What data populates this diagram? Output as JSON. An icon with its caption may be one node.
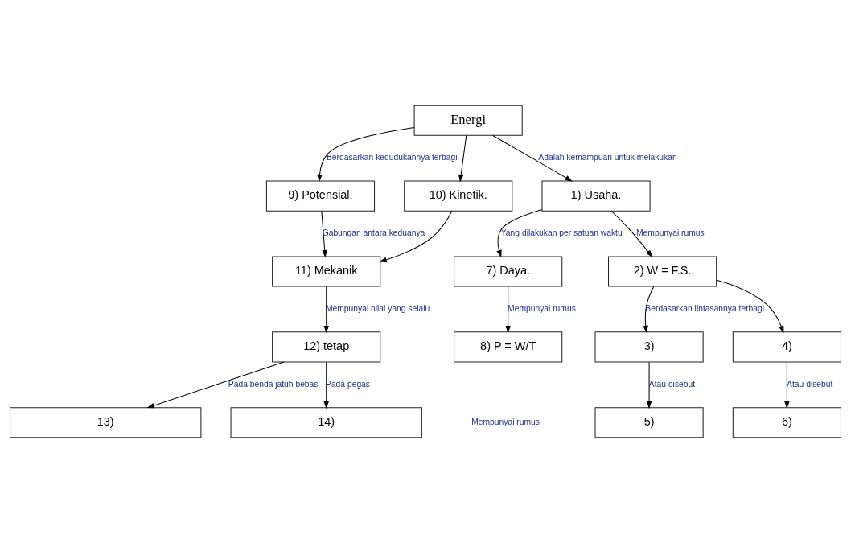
{
  "diagram": {
    "nodes": [
      {
        "text": [
          "Energi"
        ]
      },
      {
        "text": [
          "9) Potensial."
        ]
      },
      {
        "text": [
          "10) Kinetik."
        ]
      },
      {
        "text": [
          "11) Mekanik"
        ]
      },
      {
        "text": [
          "12) tetap"
        ]
      },
      {
        "text": [
          "7) Daya."
        ]
      },
      {
        "text": [
          "1) Usaha."
        ]
      },
      {
        "text": [
          "2) W = F.S."
        ]
      },
      {
        "text": [
          "8) P = W/T"
        ]
      },
      {
        "text": [
          "13)"
        ]
      },
      {
        "text": [
          "14)"
        ]
      },
      {
        "text": [
          "3)"
        ]
      },
      {
        "text": [
          "4)"
        ]
      },
      {
        "text": [
          "5)"
        ]
      },
      {
        "text": [
          "6)"
        ]
      }
    ],
    "edges": [
      {
        "from": 0,
        "to": 1,
        "arrow": "to",
        "label": "Berdasarkan kedudukannya terbagi"
      },
      {
        "from": 0,
        "to": 2,
        "arrow": "to"
      },
      {
        "from": 1,
        "to": 3,
        "arrow": "to",
        "label": "Gabungan antara keduanya"
      },
      {
        "from": 2,
        "to": 3,
        "arrow": "to"
      },
      {
        "from": 3,
        "to": 4,
        "arrow": "to",
        "label": "Mempunyai nilai yang selalu"
      },
      {
        "from": 4,
        "to": 9,
        "arrow": "to",
        "label": "Pada benda jatuh bebas"
      },
      {
        "from": 4,
        "to": 10,
        "arrow": "to",
        "label": "Pada pegas"
      },
      {
        "from": 0,
        "to": 6,
        "arrow": "to",
        "label": "Adalah kemampuan untuk melakukan"
      },
      {
        "from": 6,
        "to": 5,
        "arrow": "to",
        "label": "Yang dilakukan per satuan waktu"
      },
      {
        "from": 5,
        "to": 8,
        "arrow": "to",
        "label": "Mempunyai rumus"
      },
      {
        "from": 6,
        "to": 7,
        "arrow": "to",
        "label": "Mempunyai rumus"
      },
      {
        "from": 7,
        "to": 11,
        "arrow": "to",
        "label": "Berdasarkan lintasannya terbagi"
      },
      {
        "from": 7,
        "to": 12,
        "arrow": "to"
      },
      {
        "from": 11,
        "to": 13,
        "arrow": "to",
        "label": "Atau disebut"
      },
      {
        "from": 12,
        "to": 14,
        "arrow": "to",
        "label": "Atau disebut"
      }
    ],
    "labels": [
      "Mempunyai rumus"
    ]
  }
}
